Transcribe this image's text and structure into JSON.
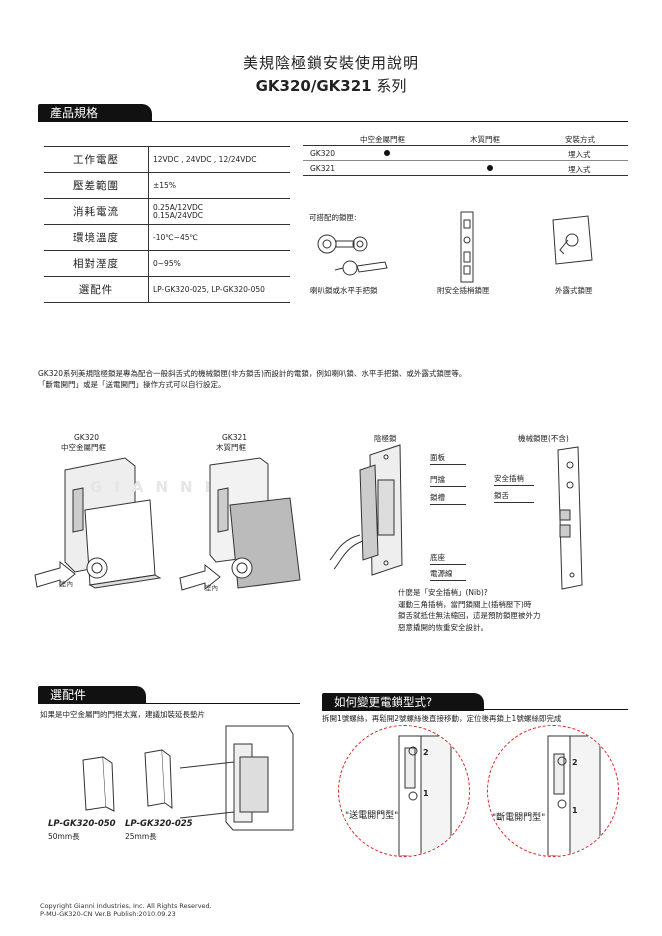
{
  "header": {
    "title": "美規陰極鎖安裝使用說明",
    "model": "GK320/GK321",
    "series": " 系列"
  },
  "spec_section": {
    "tab": "產品規格",
    "rows": [
      {
        "label": "工作電壓",
        "value": "12VDC , 24VDC , 12/24VDC"
      },
      {
        "label": "壓差範圍",
        "value": "±15%"
      },
      {
        "label": "消耗電流",
        "value": "0.25A/12VDC\n0.15A/24VDC"
      },
      {
        "label": "環境溫度",
        "value": "-10℃~45℃"
      },
      {
        "label": "相對溼度",
        "value": "0~95%"
      },
      {
        "label": "選配件",
        "value": "LP-GK320-025, LP-GK320-050"
      }
    ]
  },
  "frame_table": {
    "headers": [
      "中空金屬門框",
      "木質門框",
      "安裝方式"
    ],
    "rows": [
      {
        "model": "GK320",
        "mark_col": 0,
        "install": "埋入式"
      },
      {
        "model": "GK321",
        "mark_col": 1,
        "install": "埋入式"
      }
    ]
  },
  "compatible": {
    "label": "可搭配的鎖匣:",
    "items": [
      "喇叭鎖或水平手把鎖",
      "附安全插梢鎖匣",
      "外露式鎖匣"
    ]
  },
  "description": {
    "line1": "GK320系列美規陰極鎖是專為配合一般斜舌式的機械鎖匣(非方鎖舌)而設計的電鎖，例如喇叭鎖、水平手把鎖、或外露式鎖匣等。",
    "line2": "「斷電開門」或是「送電開門」操作方式可以自行設定。"
  },
  "diagrams": {
    "gk320_title": "GK320",
    "gk320_sub": "中空金屬門框",
    "gk321_title": "GK321",
    "gk321_sub": "木質門框",
    "indoor": "室內",
    "strike_title": "陰極鎖",
    "strike_parts": [
      "面板",
      "門擋",
      "鎖槽",
      "底座",
      "電源線"
    ],
    "mech_title": "機械鎖匣(不含)",
    "mech_parts": [
      "安全插梢",
      "鎖舌"
    ],
    "watermark": "GIANNI"
  },
  "nib_note": {
    "line1": "什麼是「安全插梢」(Nib)?",
    "line2": "運動三角插梢，當門鎖關上(插梢壓下)時",
    "line3": "鎖舌就抵住無法縮回，這是預防鎖匣被外力",
    "line4": "惡意撬開的恢重安全設計。"
  },
  "accessories": {
    "tab": "選配件",
    "note": "如果是中空金屬門的門框太寬，建議加裝延長墊片",
    "items": [
      {
        "code": "LP-GK320-050",
        "length": "50mm長"
      },
      {
        "code": "LP-GK320-025",
        "length": "25mm長"
      }
    ]
  },
  "change_mode": {
    "tab": "如何變更電鎖型式?",
    "note": "拆開1號螺絲，再鬆開2號螺絲後直接移動，定位後再鎖上1號螺絲即完成",
    "left_label": "\"送電開門型\"",
    "right_label": "\"斷電開門型\"",
    "screw1": "1",
    "screw2": "2"
  },
  "footer": {
    "line1": "Copyright Gianni Industries, Inc. All Rights Reserved.",
    "line2": "P-MU-GK320-CN  Ver.B  Publish:2010.09.23"
  }
}
